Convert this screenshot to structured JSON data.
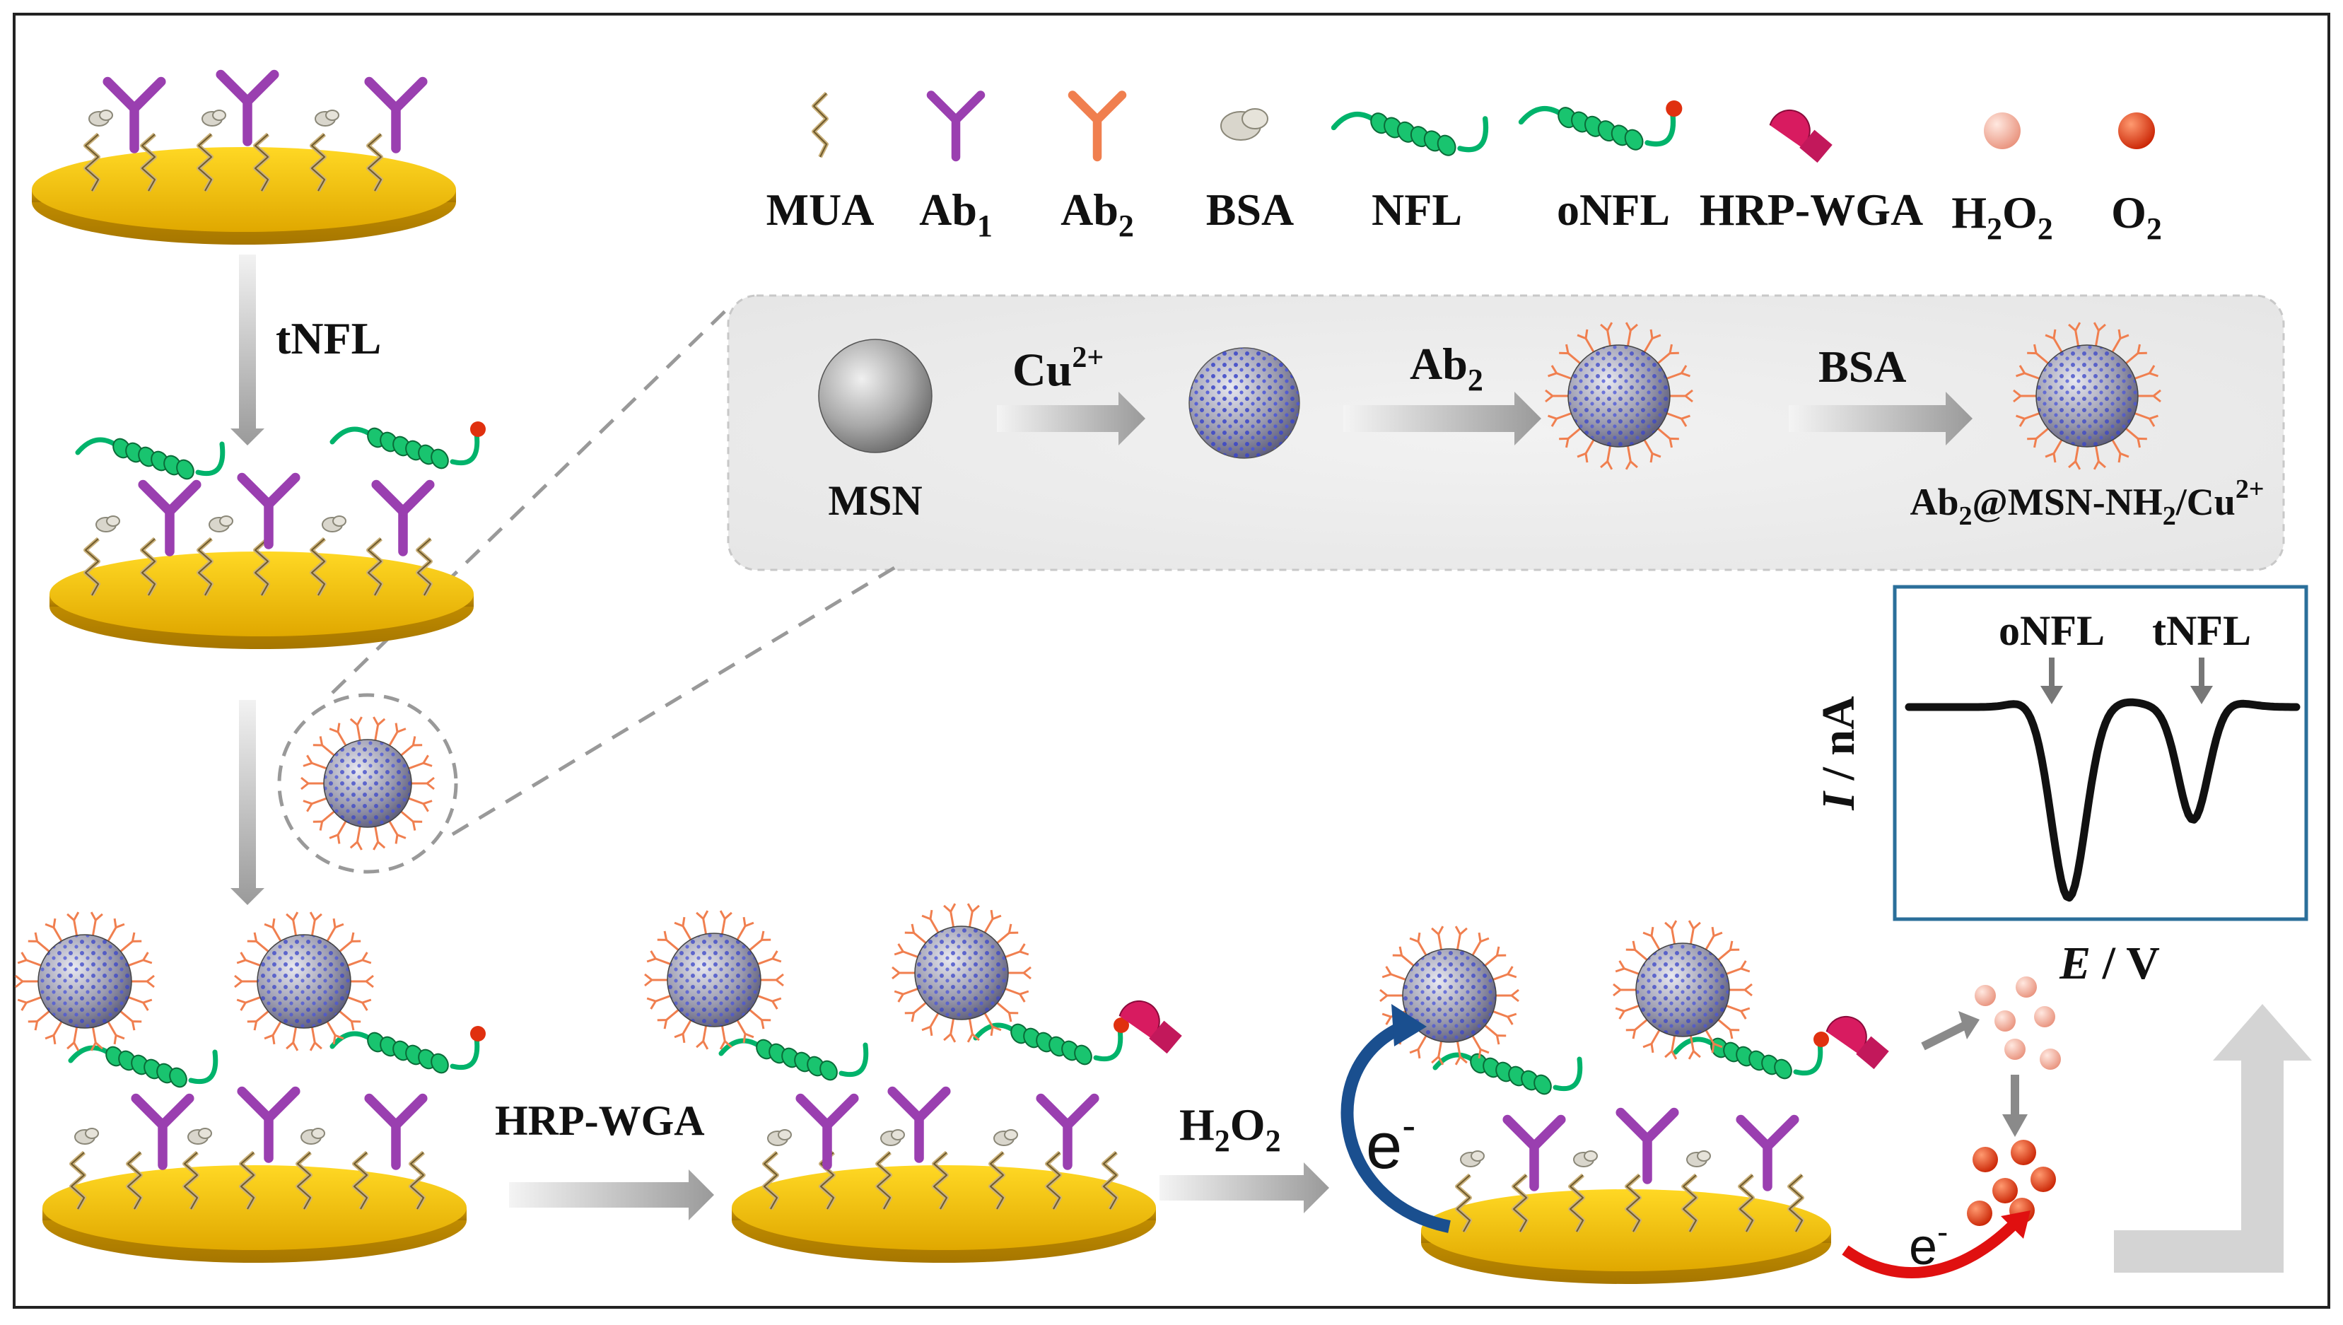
{
  "legend": [
    {
      "main": "MUA",
      "sub": "",
      "tail": ""
    },
    {
      "main": "Ab",
      "sub": "1",
      "tail": ""
    },
    {
      "main": "Ab",
      "sub": "2",
      "tail": ""
    },
    {
      "main": "BSA",
      "sub": "",
      "tail": ""
    },
    {
      "main": "NFL",
      "sub": "",
      "tail": ""
    },
    {
      "main": "oNFL",
      "sub": "",
      "tail": ""
    },
    {
      "main": "HRP-WGA",
      "sub": "",
      "tail": ""
    },
    {
      "main": "H",
      "sub": "2",
      "tail": "O",
      "sub2": "2"
    },
    {
      "main": "O",
      "sub": "2",
      "tail": ""
    }
  ],
  "steps": {
    "tnfl": "tNFL",
    "hrp_wga": "HRP-WGA",
    "h2o2_main": "H",
    "h2o2_sub1": "2",
    "h2o2_mid": "O",
    "h2o2_sub2": "2"
  },
  "synthesis": {
    "msn_label": "MSN",
    "cu_main": "Cu",
    "cu_sup": "2+",
    "ab2_main": "Ab",
    "ab2_sub": "2",
    "bsa": "BSA",
    "product_a": "Ab",
    "product_sub1": "2",
    "product_b": "@MSN-NH",
    "product_sub2": "2",
    "product_c": "/Cu",
    "product_sup": "2+"
  },
  "electron": {
    "e_main": "e",
    "e_sup": "-"
  },
  "plot": {
    "ylabel_var": "I",
    "ylabel_unit": " / nA",
    "xlabel_var": "E",
    "xlabel_unit": " / V",
    "peak1": "oNFL",
    "peak2": "tNFL"
  },
  "colors": {
    "gold": "#f5c400",
    "ab1": "#9a3fb0",
    "ab2": "#f07f4f",
    "nfl": "#00b36b",
    "hrp": "#d81b60",
    "o2": "#e0300f",
    "h2o2": "#f0a89a",
    "arrow_blue": "#1a4f8f",
    "arrow_red": "#e01010",
    "frame_blue": "#2b6f9a"
  }
}
